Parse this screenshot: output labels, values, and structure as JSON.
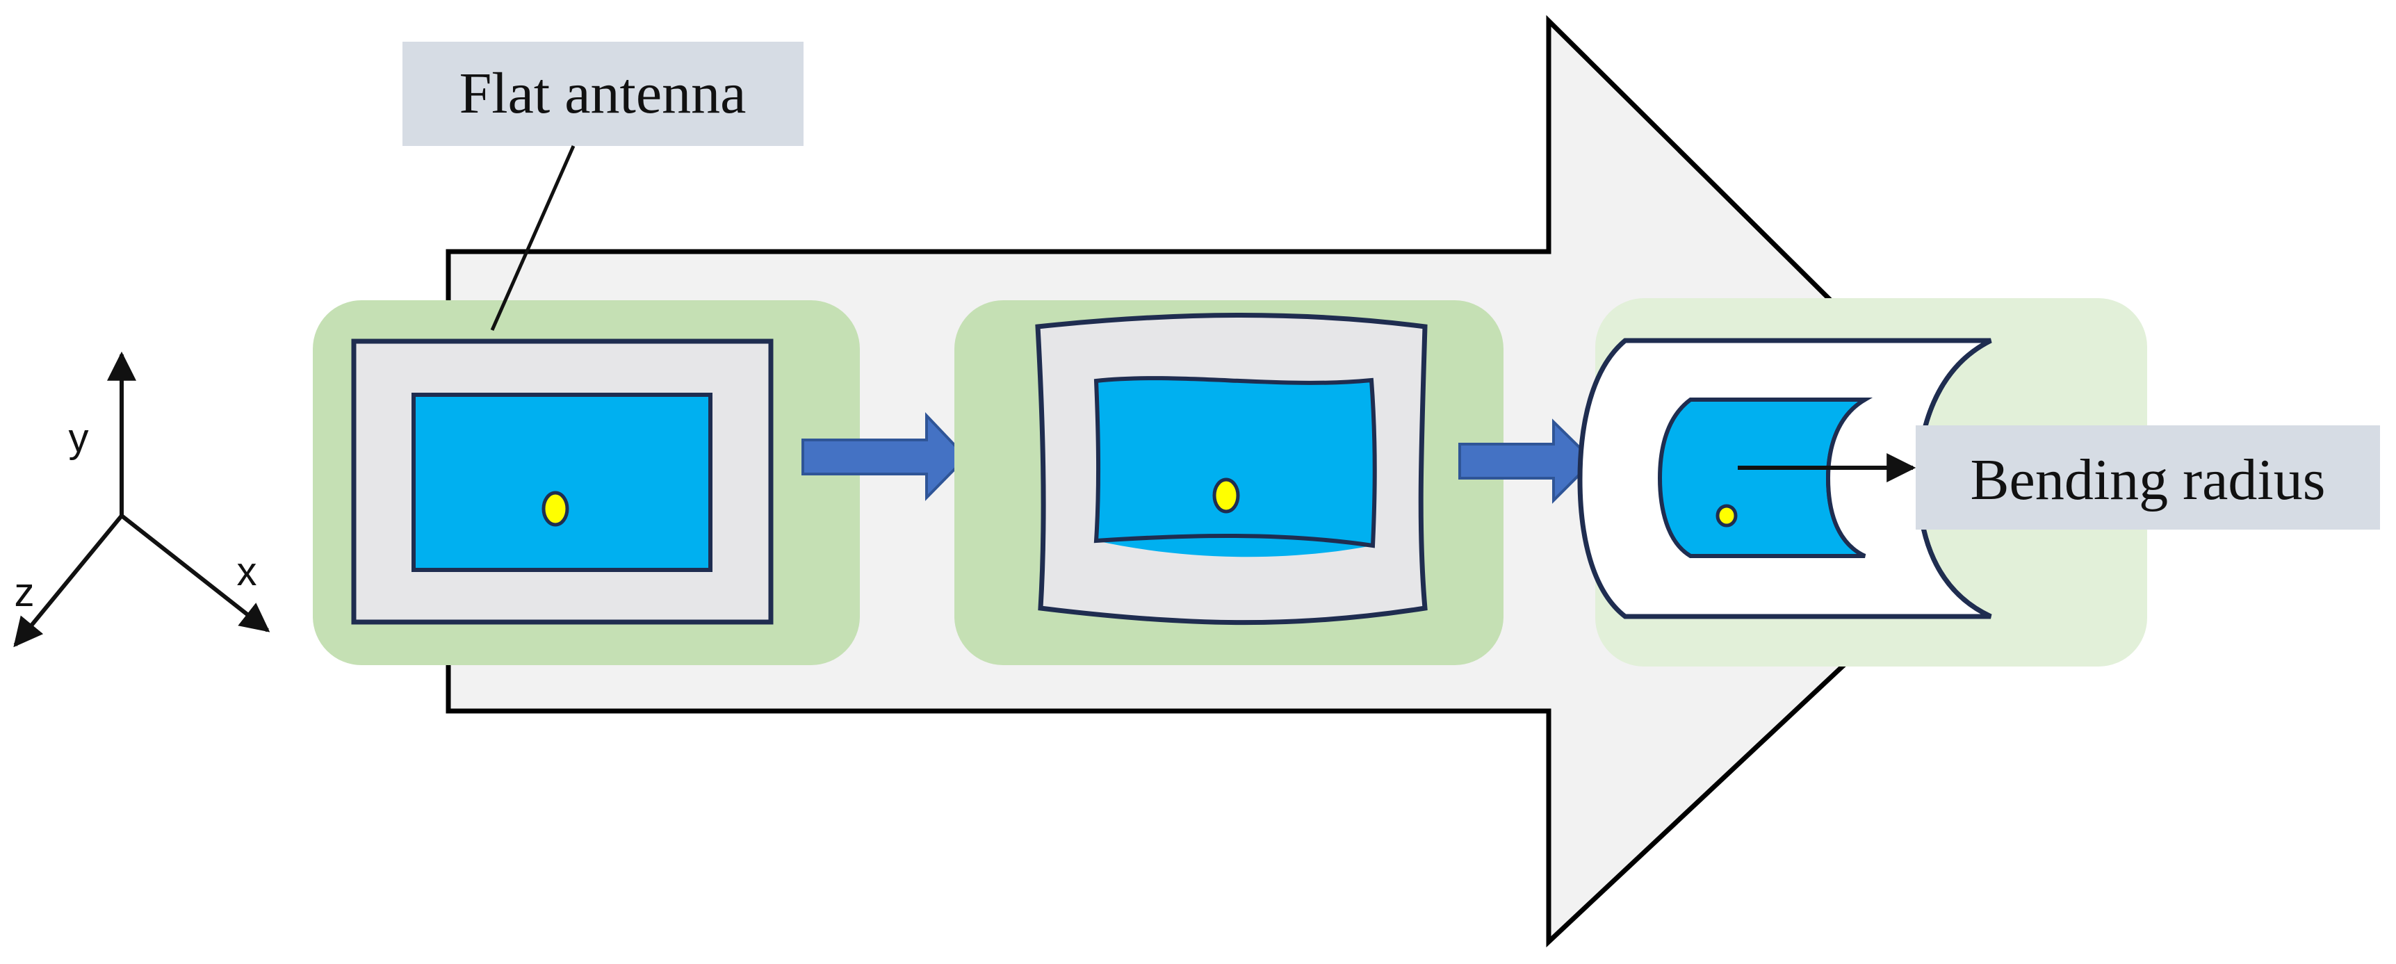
{
  "labels": {
    "flat_antenna": "Flat antenna",
    "bending_radius": "Bending radius"
  },
  "axes": {
    "x": "x",
    "y": "y",
    "z": "z"
  },
  "colors": {
    "big_arrow_fill": "#f2f2f2",
    "stage_bg_1": "#c5e0b4",
    "stage_bg_2": "#c5e0b4",
    "stage_bg_3": "#e2f0d9",
    "substrate": "#e6e6e8",
    "patch": "#00b0f0",
    "feed": "#ffff00",
    "outline": "#1f2d50",
    "step_arrow": "#4472c4",
    "label_box": "#d6dce4"
  },
  "icons": [
    "big-process-arrow",
    "step-arrow",
    "feed-point",
    "axis-arrow"
  ]
}
